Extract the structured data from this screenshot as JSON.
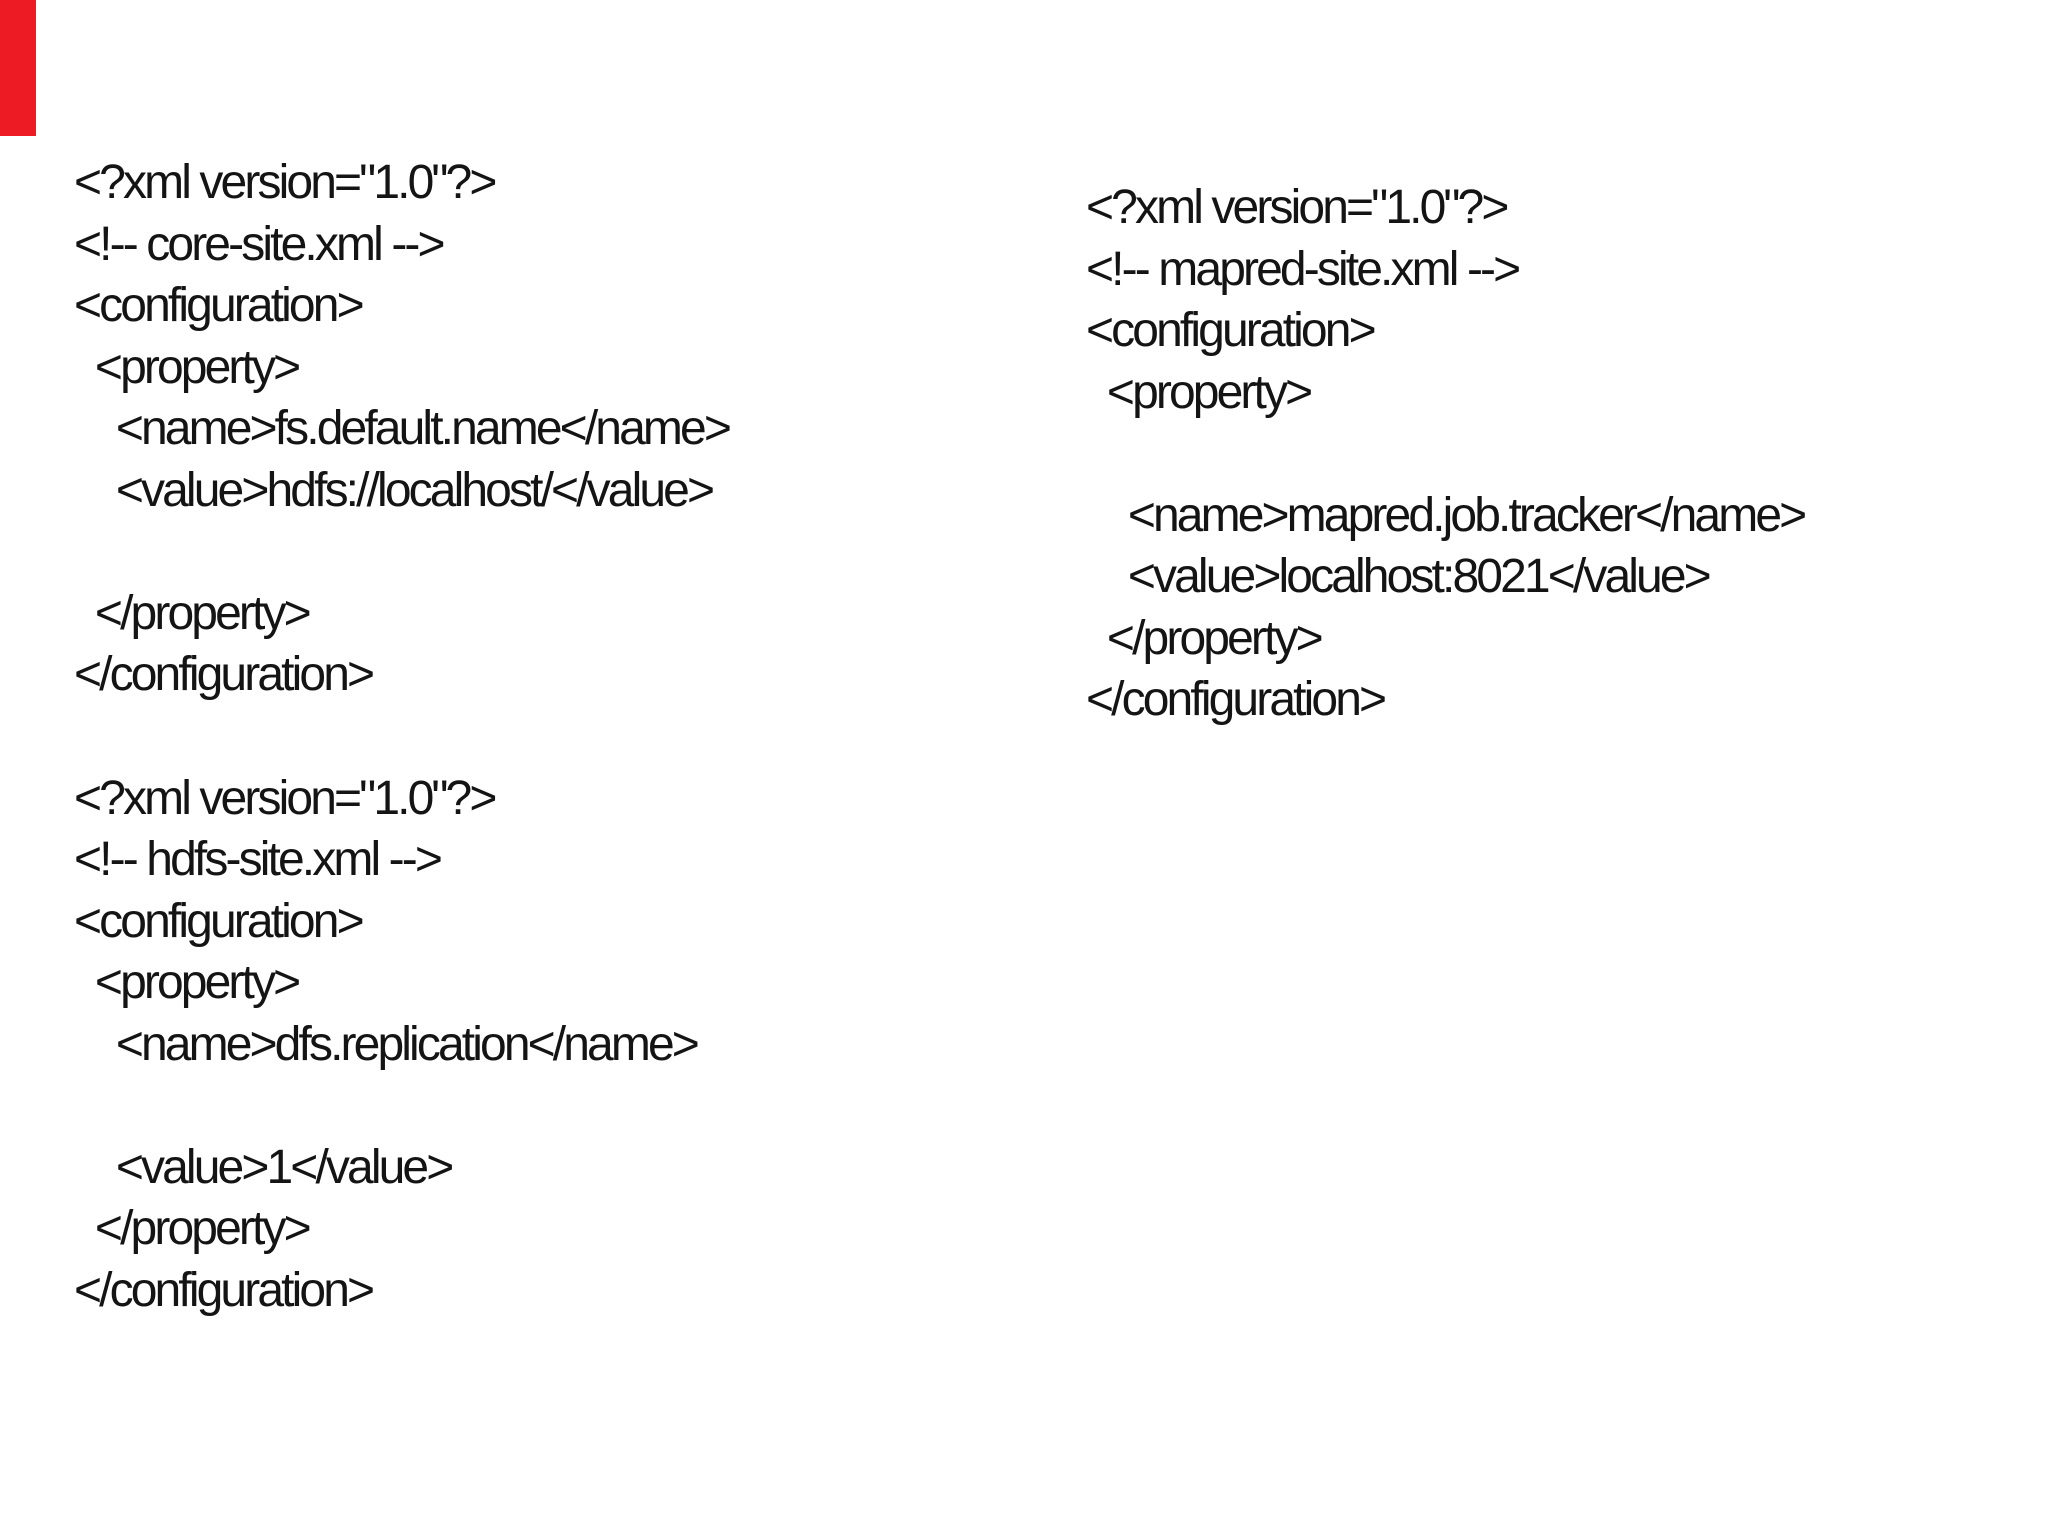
{
  "colors": {
    "background": "#ffffff",
    "text": "#141414",
    "accent_bar": "#ed1c24"
  },
  "snippets": {
    "core_site": {
      "lines": [
        "<?xml version=\"1.0\"?>",
        "<!-- core-site.xml -->",
        "<configuration>",
        "  <property>",
        "    <name>fs.default.name</name>",
        "    <value>hdfs://localhost/</value>",
        "",
        "  </property>",
        "</configuration>"
      ]
    },
    "hdfs_site": {
      "lines": [
        "<?xml version=\"1.0\"?>",
        "<!-- hdfs-site.xml -->",
        "<configuration>",
        "  <property>",
        "    <name>dfs.replication</name>",
        "",
        "    <value>1</value>",
        "  </property>",
        "</configuration>"
      ]
    },
    "mapred_site": {
      "lines": [
        "<?xml version=\"1.0\"?>",
        "<!-- mapred-site.xml -->",
        "<configuration>",
        "  <property>",
        "",
        "    <name>mapred.job.tracker</name>",
        "    <value>localhost:8021</value>",
        "  </property>",
        "</configuration>"
      ]
    }
  }
}
